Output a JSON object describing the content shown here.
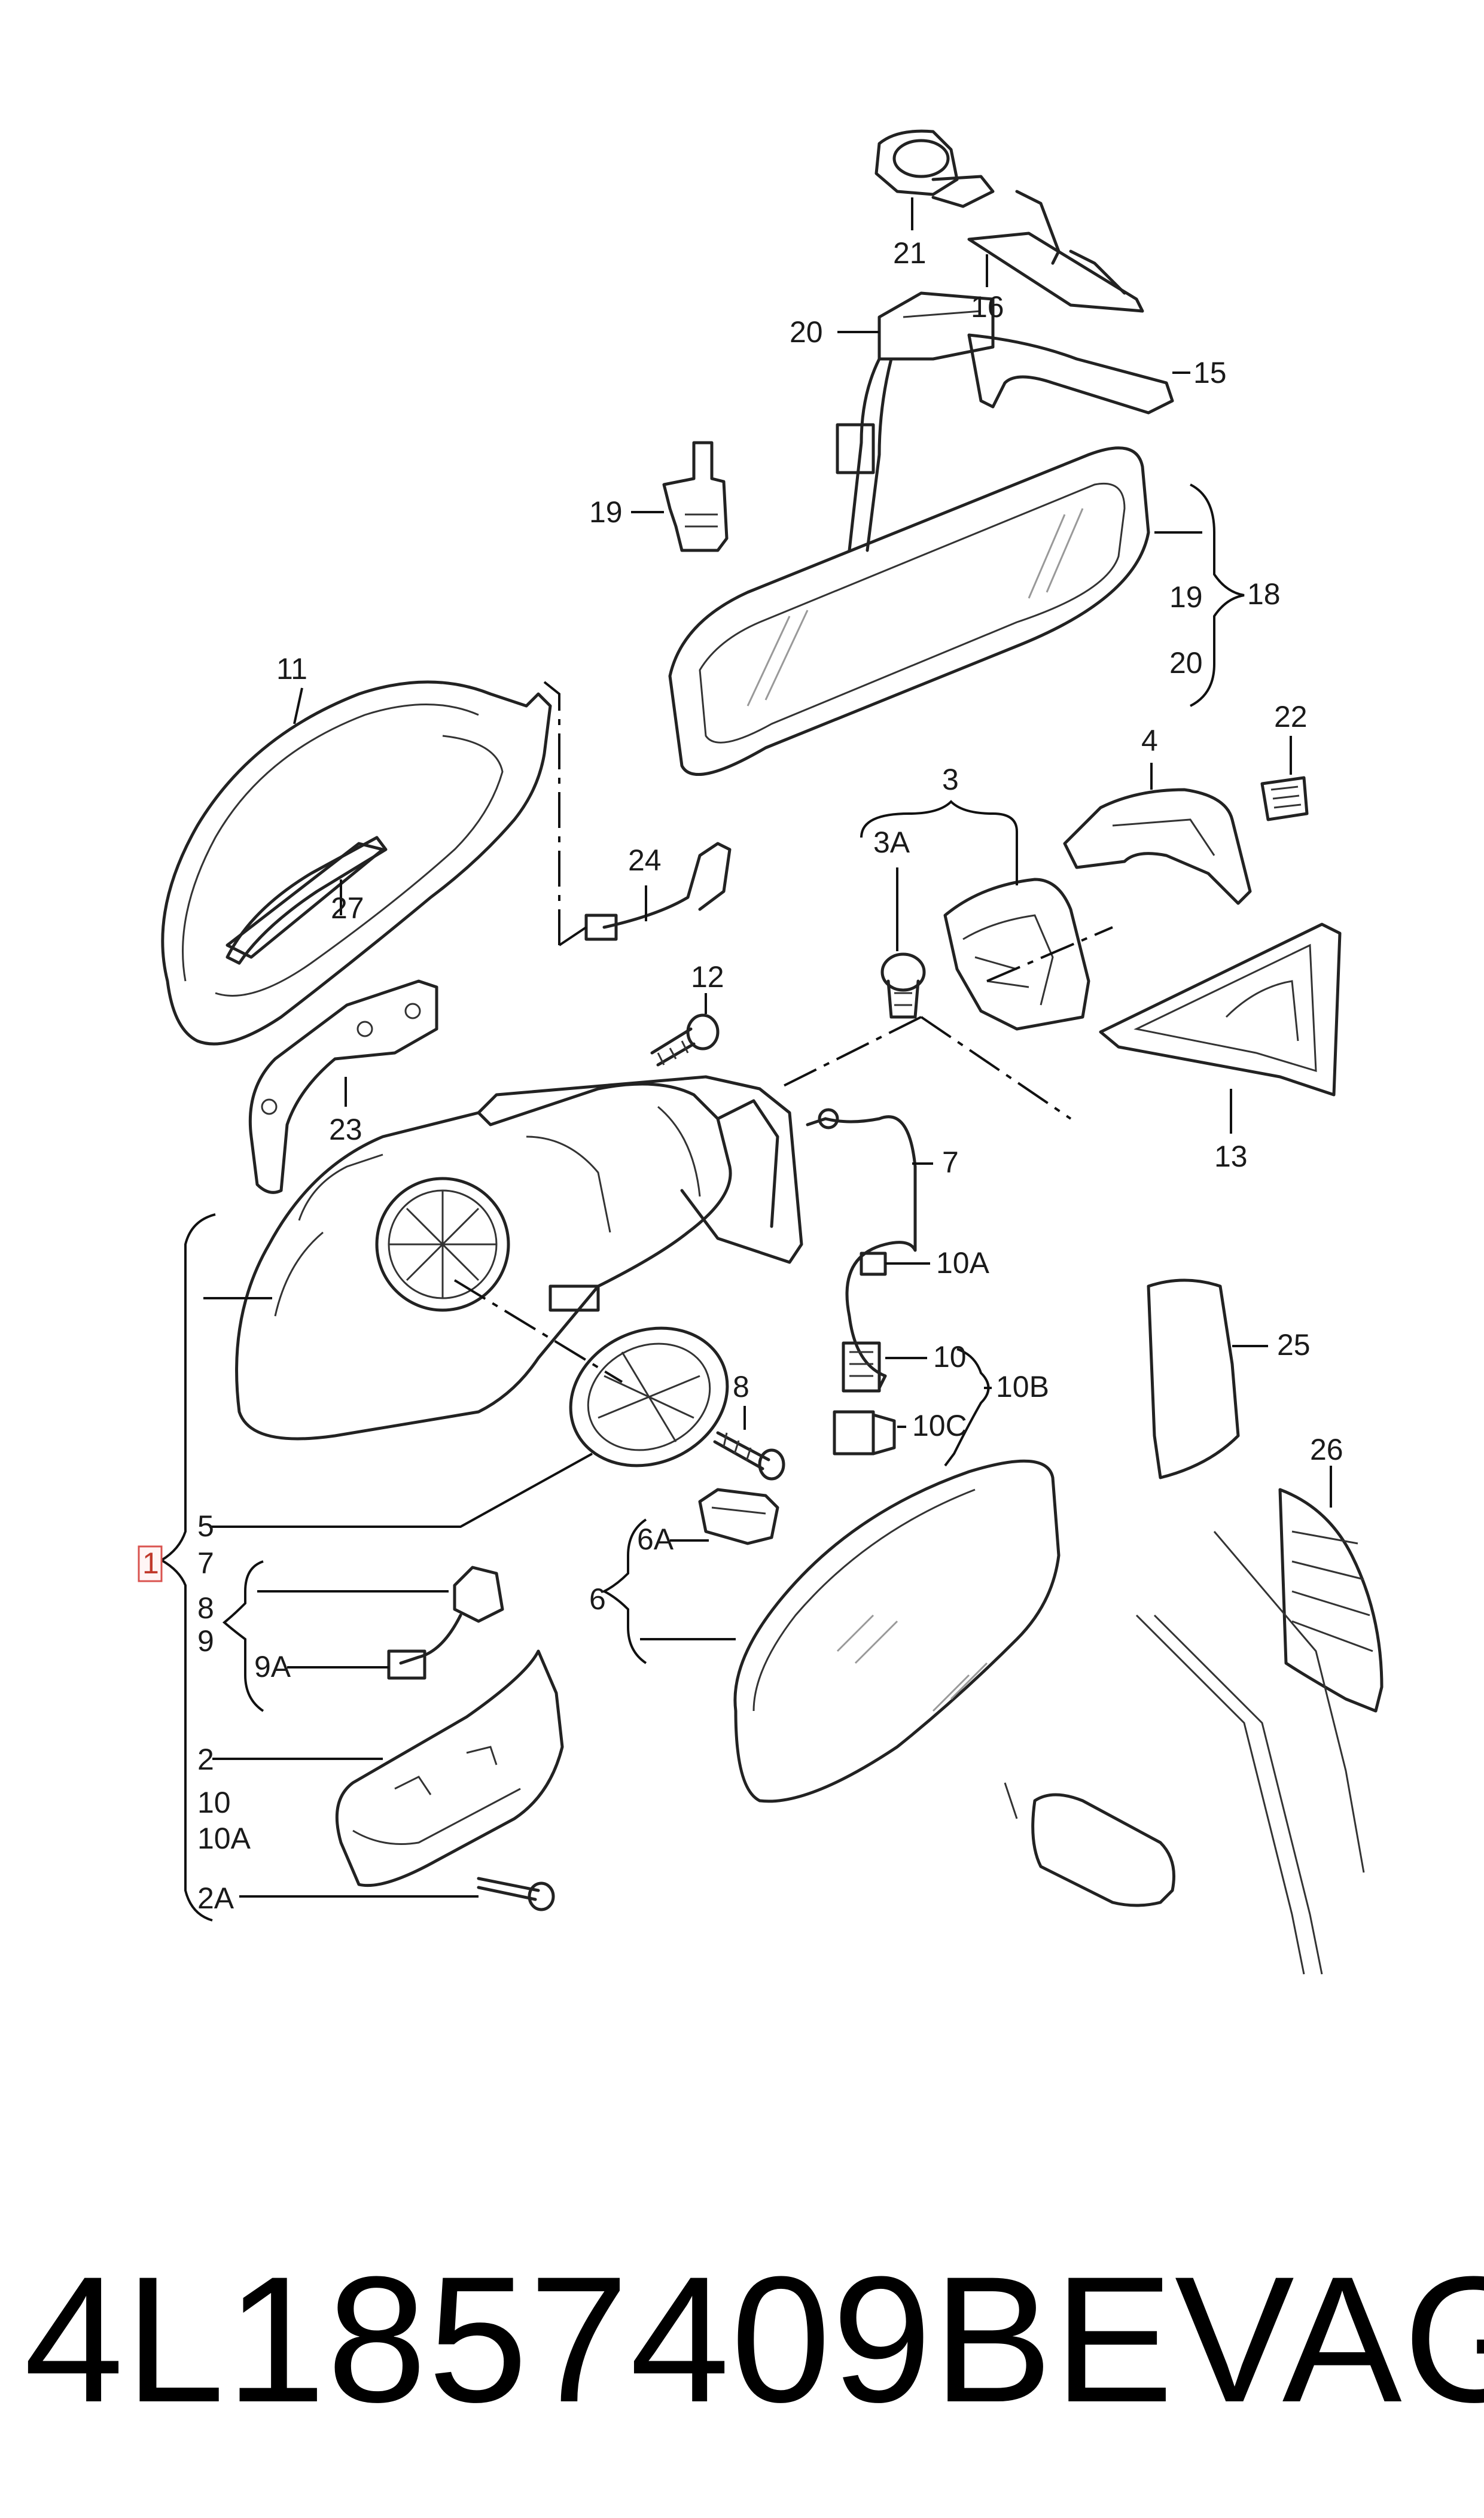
{
  "callouts": {
    "c1": "1",
    "c2": "2",
    "c2A": "2A",
    "c3": "3",
    "c3A": "3A",
    "c4": "4",
    "c5": "5",
    "c6": "6",
    "c6A": "6A",
    "c7a": "7",
    "c7b": "7",
    "c8a": "8",
    "c8b": "8",
    "c9": "9",
    "c9A": "9A",
    "c10a": "10",
    "c10b": "10",
    "c10A_a": "10A",
    "c10A_b": "10A",
    "c10B": "10B",
    "c10C": "10C",
    "c11": "11",
    "c12": "12",
    "c13": "13",
    "c15": "15",
    "c16": "16",
    "c18": "18",
    "c19a": "19",
    "c19b": "19",
    "c20a": "20",
    "c20b": "20",
    "c21": "21",
    "c22": "22",
    "c23": "23",
    "c24": "24",
    "c25": "25",
    "c26": "26",
    "c27": "27"
  },
  "caption": {
    "part_number": "4L1857409BE",
    "brand": "VAG"
  }
}
